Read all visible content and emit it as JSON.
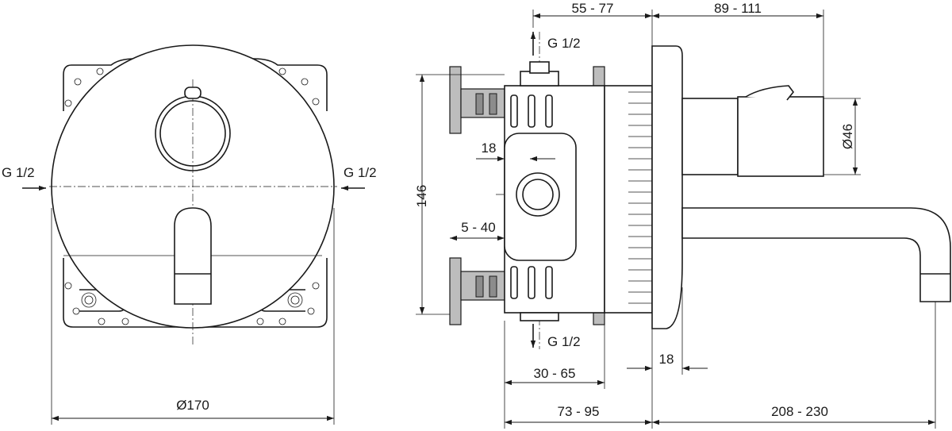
{
  "drawing": {
    "front_view": {
      "inlet_left": "G 1/2",
      "inlet_right": "G 1/2",
      "diameter": "Ø170"
    },
    "side_view": {
      "inlet_top": "G 1/2",
      "inlet_bottom": "G 1/2",
      "dim_top_left": "55 - 77",
      "dim_top_right": "89 - 111",
      "dim_height": "146",
      "dim_offset": "18",
      "dim_range": "5 - 40",
      "dim_diameter": "Ø46",
      "dim_wall": "18",
      "dim_depth": "30 - 65",
      "dim_bottom_left": "73 - 95",
      "dim_bottom_right": "208 - 230"
    }
  }
}
